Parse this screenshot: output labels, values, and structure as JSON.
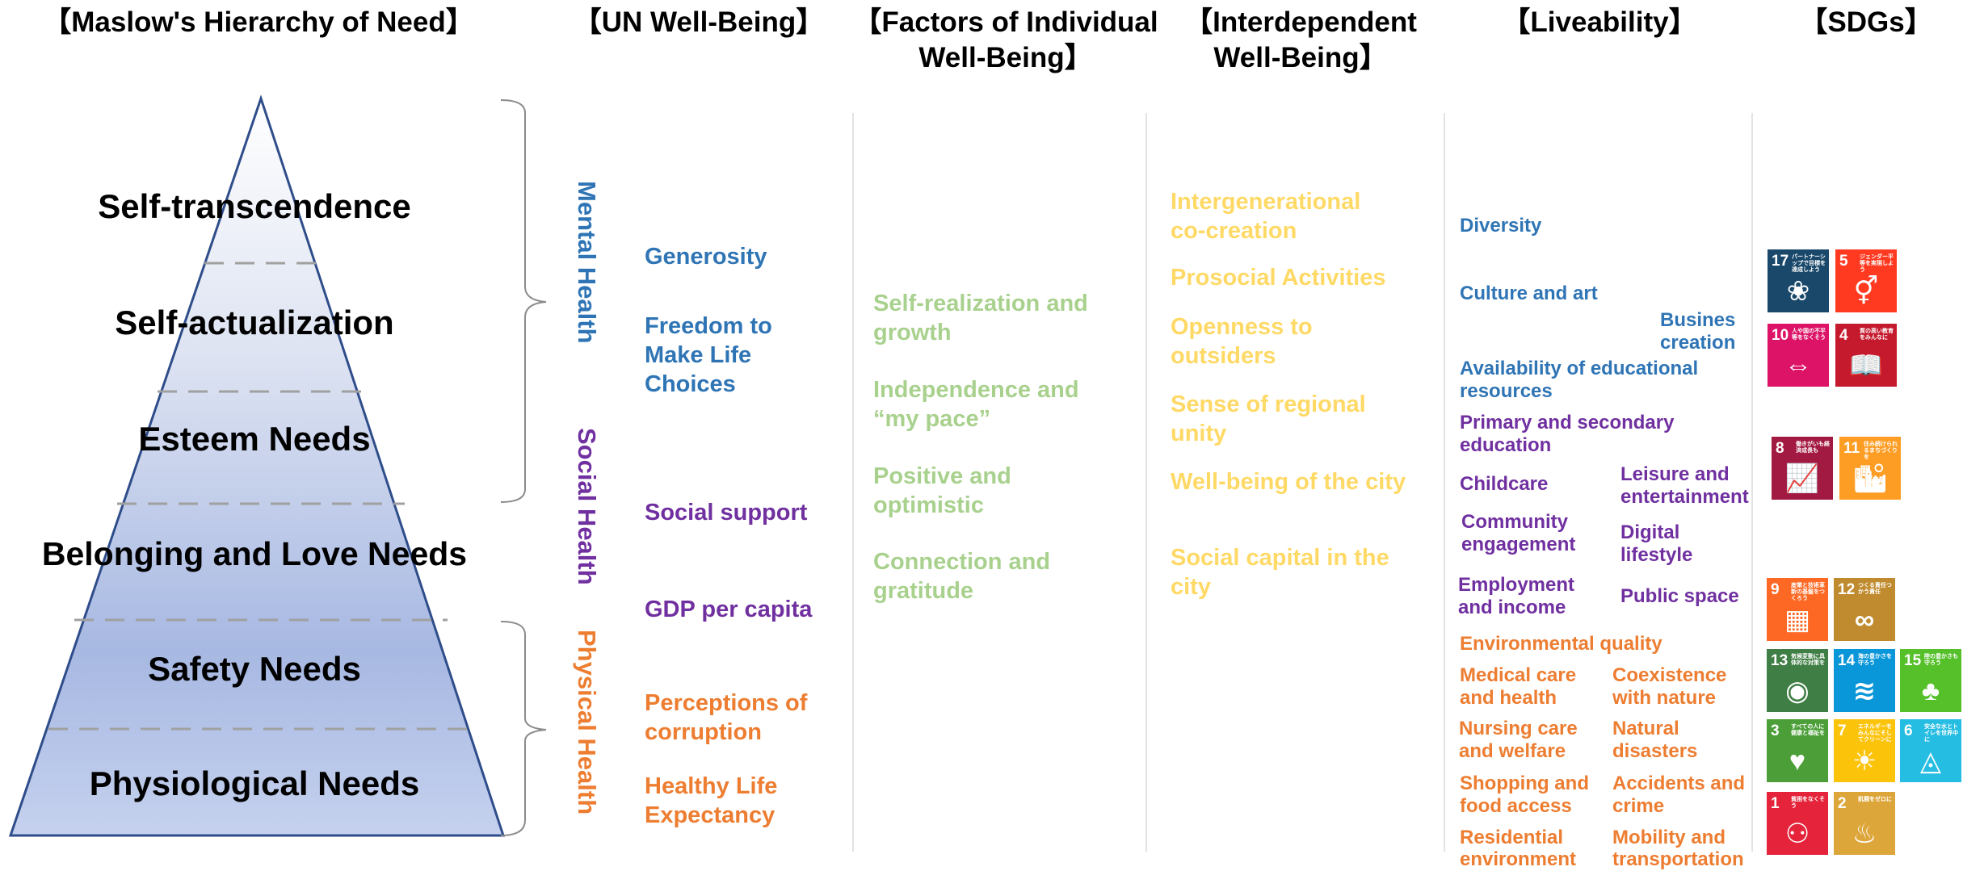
{
  "headers": {
    "maslow": "【Maslow's Hierarchy of Need】",
    "un": "【UN Well-Being】",
    "factors_1": "【Factors of Individual",
    "factors_2": "Well-Being】",
    "interdep_1": "【Interdependent",
    "interdep_2": "Well-Being】",
    "liveability": "【Liveability】",
    "sdgs": "【SDGs】"
  },
  "pyramid": {
    "levels": [
      "Self-transcendence",
      "Self-actualization",
      "Esteem Needs",
      "Belonging and Love Needs",
      "Safety Needs",
      "Physiological Needs"
    ]
  },
  "health_labels": {
    "mental": "Mental Health",
    "social": "Social Health",
    "physical": "Physical Health"
  },
  "un_items": {
    "generosity": "Generosity",
    "freedom_1": "Freedom to",
    "freedom_2": "Make Life",
    "freedom_3": "Choices",
    "social_support": "Social support",
    "gdp": "GDP per capita",
    "corruption_1": "Perceptions of",
    "corruption_2": "corruption",
    "life_1": "Healthy Life",
    "life_2": "Expectancy"
  },
  "factors_items": {
    "self_real_1": "Self-realization and",
    "self_real_2": "growth",
    "independence_1": "Independence and",
    "independence_2": "“my pace”",
    "positive_1": "Positive and",
    "positive_2": "optimistic",
    "connection_1": "Connection and",
    "connection_2": "gratitude"
  },
  "interdep_items": {
    "intergen_1": "Intergenerational",
    "intergen_2": "co-creation",
    "prosocial": "Prosocial Activities",
    "openness_1": "Openness to",
    "openness_2": "outsiders",
    "regional_1": "Sense of regional",
    "regional_2": "unity",
    "city_wb": "Well-being of the city",
    "social_cap_1": "Social capital in the",
    "social_cap_2": "city"
  },
  "liveability_items": {
    "diversity": "Diversity",
    "culture": "Culture and art",
    "business_1": "Busines",
    "business_2": "creation",
    "edu_res_1": "Availability of educational",
    "edu_res_2": "resources",
    "primary_1": "Primary and secondary",
    "primary_2": "education",
    "childcare": "Childcare",
    "leisure_1": "Leisure and",
    "leisure_2": "entertainment",
    "community_1": "Community",
    "community_2": "engagement",
    "digital_1": "Digital",
    "digital_2": "lifestyle",
    "employment_1": "Employment",
    "employment_2": "and income",
    "public_space": "Public space",
    "env_quality": "Environmental quality",
    "medical_1": "Medical care",
    "medical_2": "and health",
    "coexist_1": "Coexistence",
    "coexist_2": "with nature",
    "nursing_1": "Nursing care",
    "nursing_2": "and welfare",
    "natural_1": "Natural",
    "natural_2": "disasters",
    "shopping_1": "Shopping and",
    "shopping_2": "food access",
    "accidents_1": "Accidents and",
    "accidents_2": "crime",
    "residential_1": "Residential",
    "residential_2": "environment",
    "mobility_1": "Mobility and",
    "mobility_2": "transportation"
  },
  "sdgs": [
    {
      "number": "17",
      "text": "パートナーシップで目標を達成しよう",
      "color": "#19486a",
      "icon": "partnership-flower-icon"
    },
    {
      "number": "5",
      "text": "ジェンダー平等を実現しよう",
      "color": "#ff3a21",
      "icon": "gender-equality-icon"
    },
    {
      "number": "10",
      "text": "人や国の不平等をなくそう",
      "color": "#dd1367",
      "icon": "reduced-inequalities-icon"
    },
    {
      "number": "4",
      "text": "質の高い教育をみんなに",
      "color": "#c5192d",
      "icon": "quality-education-icon"
    },
    {
      "number": "8",
      "text": "働きがいも経済成長も",
      "color": "#a21942",
      "icon": "economic-growth-icon"
    },
    {
      "number": "11",
      "text": "住み続けられるまちづくりを",
      "color": "#fd9d24",
      "icon": "sustainable-cities-icon"
    },
    {
      "number": "9",
      "text": "産業と技術革新の基盤をつくろう",
      "color": "#fd6925",
      "icon": "industry-innovation-icon"
    },
    {
      "number": "12",
      "text": "つくる責任つかう責任",
      "color": "#bf8b2e",
      "icon": "responsible-consumption-icon"
    },
    {
      "number": "13",
      "text": "気候変動に具体的な対策を",
      "color": "#3f7e44",
      "icon": "climate-action-icon"
    },
    {
      "number": "14",
      "text": "海の豊かさを守ろう",
      "color": "#0a97d9",
      "icon": "life-below-water-icon"
    },
    {
      "number": "15",
      "text": "陸の豊かさも守ろう",
      "color": "#56c02b",
      "icon": "life-on-land-icon"
    },
    {
      "number": "3",
      "text": "すべての人に健康と福祉を",
      "color": "#4c9f38",
      "icon": "good-health-icon"
    },
    {
      "number": "7",
      "text": "エネルギーをみんなにそしてクリーンに",
      "color": "#fcc30b",
      "icon": "clean-energy-icon"
    },
    {
      "number": "6",
      "text": "安全な水とトイレを世界中に",
      "color": "#26bde2",
      "icon": "clean-water-icon"
    },
    {
      "number": "1",
      "text": "貧困をなくそう",
      "color": "#e5243b",
      "icon": "no-poverty-icon"
    },
    {
      "number": "2",
      "text": "飢餓をゼロに",
      "color": "#dda63a",
      "icon": "zero-hunger-icon"
    }
  ]
}
